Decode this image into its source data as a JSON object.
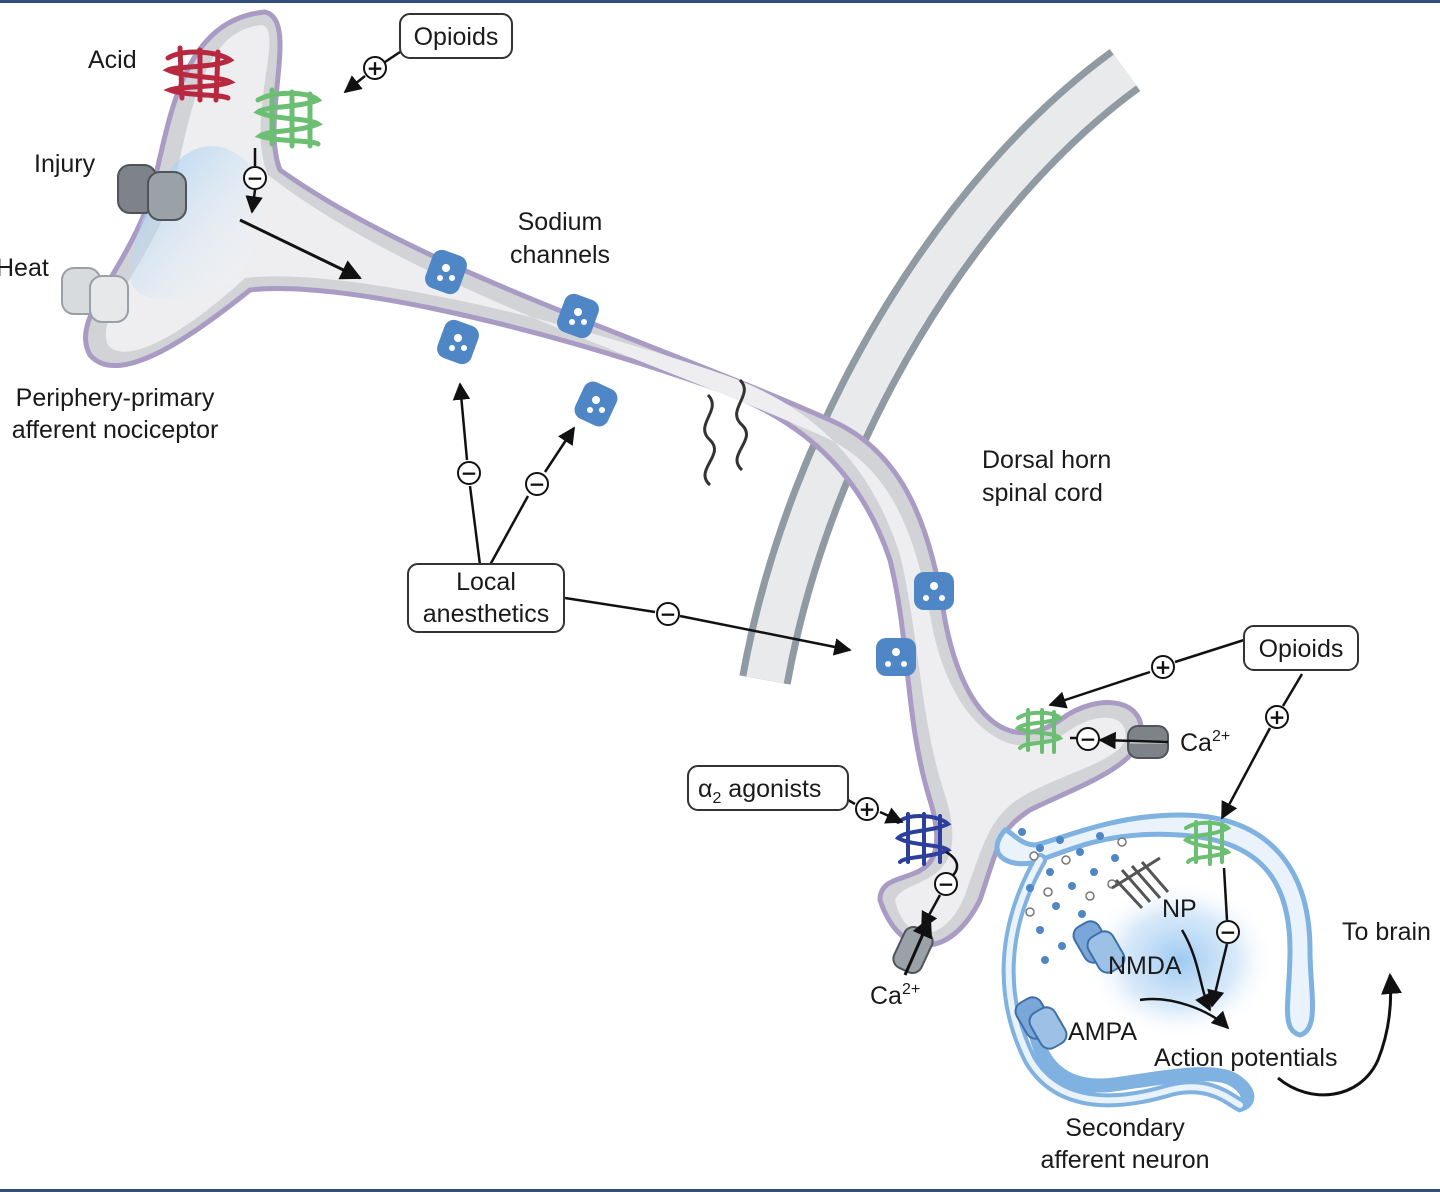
{
  "labels": {
    "acid": "Acid",
    "injury": "Injury",
    "heat": "Heat",
    "periphery_line1": "Periphery-primary",
    "periphery_line2": "afferent nociceptor",
    "sodium_line1": "Sodium",
    "sodium_line2": "channels",
    "dorsal_line1": "Dorsal horn",
    "dorsal_line2": "spinal cord",
    "opioids_top": "Opioids",
    "opioids_right": "Opioids",
    "local_line1": "Local",
    "local_line2": "anesthetics",
    "alpha_symbol": "α",
    "alpha_sub": "2",
    "alpha_text": " agonists",
    "ca_right": "Ca",
    "ca_right_sup": "2+",
    "ca_bottom": "Ca",
    "ca_bottom_sup": "2+",
    "np": "NP",
    "nmda": "NMDA",
    "ampa": "AMPA",
    "action_potentials": "Action potentials",
    "to_brain": "To brain",
    "secondary_line1": "Secondary",
    "secondary_line2": "afferent neuron"
  },
  "signs": {
    "plus": "+",
    "minus": "−"
  },
  "colors": {
    "membrane_outline": "#a99bc4",
    "membrane_fill": "#d2d3d6",
    "spinal_cord": "#8f9aa3",
    "acid_receptor": "#b8283f",
    "opioid_receptor": "#6cbf72",
    "sodium_channel": "#4f86c6",
    "injury_channel": "#7d8389",
    "heat_channel": "#c9cdd1",
    "alpha2_receptor": "#2c3f9c",
    "secondary_neuron": "#7fb2e0",
    "glow": "#8cc0ee"
  }
}
